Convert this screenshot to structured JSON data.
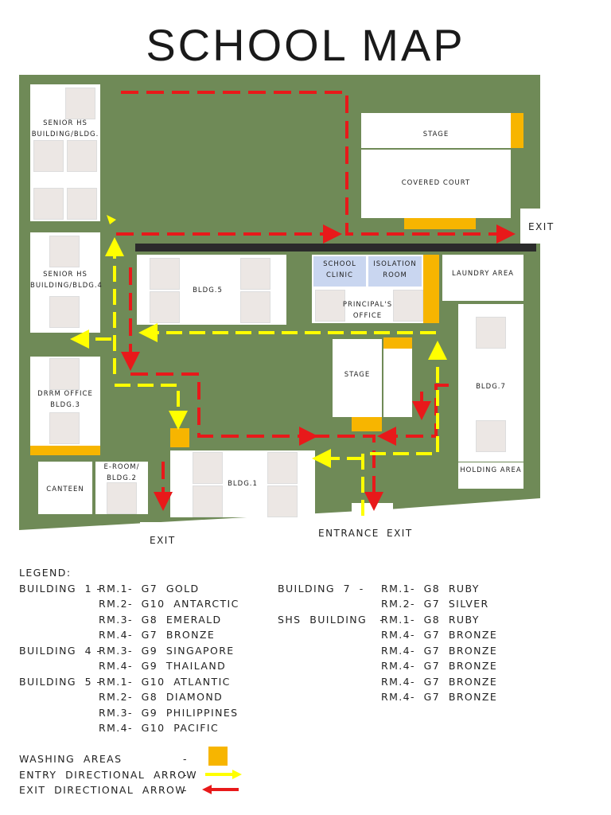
{
  "title": "SCHOOL MAP",
  "colors": {
    "grass": "#6f8a57",
    "road": "#2b2b2b",
    "washing": "#f7b500",
    "entry_arrow": "#ffff00",
    "exit_arrow": "#e8191a",
    "room_blue": "#c9d6f0"
  },
  "buildings": {
    "shs_top": "SENIOR HS BUILDING/BLDG.",
    "shs4": "SENIOR HS BUILDING/BLDG.4",
    "drrm": "DRRM OFFICE BLDG.3",
    "canteen": "CANTEEN",
    "eroom": "E-ROOM/ BLDG.2",
    "bldg1": "BLDG.1",
    "bldg5": "BLDG.5",
    "clinic": "SCHOOL CLINIC",
    "isolation": "ISOLATION ROOM",
    "principal": "PRINCIPAL'S OFFICE",
    "laundry": "LAUNDRY AREA",
    "bldg7": "BLDG.7",
    "holding": "HOLDING AREA",
    "stage_top": "STAGE",
    "covered_court": "COVERED COURT",
    "stage_mid": "STAGE"
  },
  "exits": {
    "top_right": "EXIT",
    "bottom_left": "EXIT",
    "entrance": "ENTRANCE",
    "bottom_mid": "EXIT"
  },
  "legend": {
    "heading": "LEGEND:",
    "left_col": [
      {
        "building": "BUILDING  1 -",
        "rooms": [
          "RM.1-  G7  GOLD",
          "RM.2-  G10  ANTARCTIC",
          "RM.3-  G8  EMERALD",
          "RM.4-  G7  BRONZE"
        ]
      },
      {
        "building": "BUILDING  4 -",
        "rooms": [
          "RM.3-  G9  SINGAPORE",
          "RM.4-  G9  THAILAND"
        ]
      },
      {
        "building": "BUILDING  5 -",
        "rooms": [
          "RM.1-  G10  ATLANTIC",
          "RM.2-  G8  DIAMOND",
          "RM.3-  G9  PHILIPPINES",
          "RM.4-  G10  PACIFIC"
        ]
      }
    ],
    "right_col": [
      {
        "building": "BUILDING  7  -",
        "rooms": [
          "RM.1-  G8  RUBY",
          "RM.2-  G7  SILVER"
        ]
      },
      {
        "building": "SHS  BUILDING   -",
        "rooms": [
          "RM.1-  G8  RUBY",
          "RM.4-  G7  BRONZE",
          "RM.4-  G7  BRONZE",
          "RM.4-  G7  BRONZE",
          "RM.4-  G7  BRONZE",
          "RM.4-  G7  BRONZE"
        ]
      }
    ],
    "keys": [
      {
        "label": "WASHING  AREAS",
        "dash": "-",
        "symbol": "washing-square"
      },
      {
        "label": "ENTRY  DIRECTIONAL  ARROW",
        "dash": "-",
        "symbol": "yellow-arrow-right"
      },
      {
        "label": "EXIT  DIRECTIONAL  ARROW",
        "dash": "-",
        "symbol": "red-arrow-left"
      }
    ]
  }
}
